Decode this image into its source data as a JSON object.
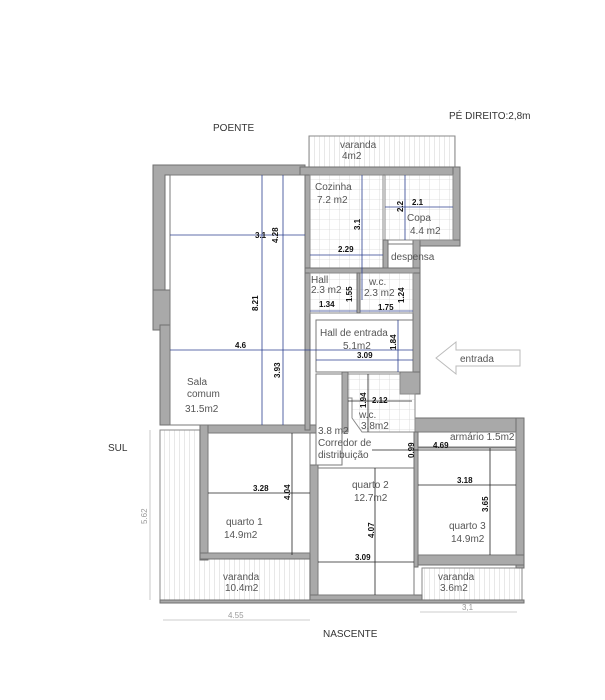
{
  "orientation": {
    "north_label": "POENTE",
    "south_label": "NASCENTE",
    "west_label": "SUL"
  },
  "ceiling_height": "PÉ DIREITO:2,8m",
  "entrance": {
    "label": "entrada"
  },
  "rooms": {
    "varanda_top": {
      "name": "varanda",
      "area": "4m2"
    },
    "cozinha": {
      "name": "Cozinha",
      "area": "7.2 m2"
    },
    "copa": {
      "name": "Copa",
      "area": "4.4 m2"
    },
    "despensa": {
      "name": "despensa"
    },
    "hall": {
      "name": "Hall",
      "area": "2.3 m2"
    },
    "wc1": {
      "name": "w.c.",
      "area": "2.3 m2"
    },
    "hall_entrada": {
      "name": "Hall de entrada",
      "area": "5.1m2"
    },
    "sala": {
      "name1": "Sala",
      "name2": "comum",
      "area": "31.5m2"
    },
    "wc2": {
      "name": "w.c.",
      "area": "3.8m2"
    },
    "corredor": {
      "area": "3.8 m2",
      "name1": "Corredor de",
      "name2": "distribuição"
    },
    "armario": {
      "name": "armário 1.5m2"
    },
    "quarto1": {
      "name": "quarto 1",
      "area": "14.9m2"
    },
    "quarto2": {
      "name": "quarto 2",
      "area": "12.7m2"
    },
    "quarto3": {
      "name": "quarto 3",
      "area": "14.9m2"
    },
    "varanda_left": {
      "name": "varanda",
      "area": "10.4m2"
    },
    "varanda_right": {
      "name": "varanda",
      "area": "3.6m2"
    }
  },
  "dimensions": {
    "sala_w_top": "3.1",
    "sala_h_top": "4.28",
    "sala_h": "8.21",
    "sala_w": "4.6",
    "sala_h2": "3.93",
    "cozinha_h": "3.1",
    "cozinha_w": "2.29",
    "copa_h": "2.2",
    "copa_w": "2.1",
    "hall_w": "1.34",
    "hall_h": "1.55",
    "wc1_w": "1.75",
    "wc1_h": "1.24",
    "hall_entrada_w": "3.09",
    "hall_entrada_h": "1.84",
    "wc2_h": "1.94",
    "wc2_w": "2.12",
    "corredor_h": "0.99",
    "armario_w": "4.69",
    "quarto1_w": "3.28",
    "quarto1_h": "4.04",
    "quarto2_h": "4.07",
    "quarto2_w": "3.09",
    "quarto3_w": "3.18",
    "quarto3_h": "3.65",
    "ext_left": "5.62",
    "ext_bottom_left": "4.55",
    "ext_bottom_right": "3,1"
  }
}
